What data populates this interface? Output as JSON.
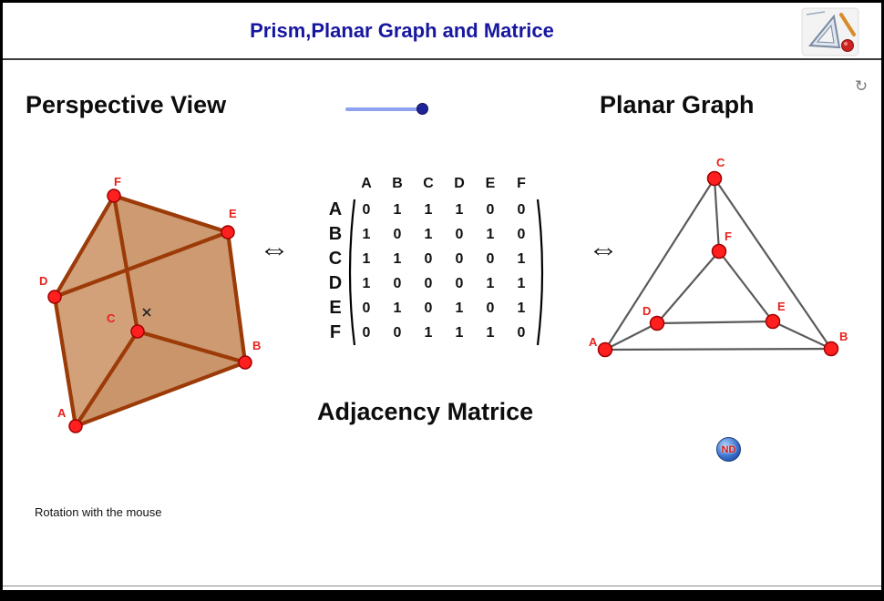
{
  "header": {
    "title": "Prism,Planar Graph and Matrice"
  },
  "toolbar": {
    "reset_symbol": "↻"
  },
  "perspective": {
    "heading": "Perspective View",
    "hint": "Rotation with the mouse",
    "vertex_labels": [
      "A",
      "B",
      "C",
      "D",
      "E",
      "F"
    ]
  },
  "planar": {
    "heading": "Planar Graph",
    "vertex_labels": [
      "A",
      "B",
      "C",
      "D",
      "E",
      "F"
    ]
  },
  "equivalence": {
    "symbol": "⇔"
  },
  "matrix": {
    "heading": "Adjacency Matrice",
    "cols": [
      "A",
      "B",
      "C",
      "D",
      "E",
      "F"
    ],
    "rows": [
      {
        "label": "A",
        "values": [
          "0",
          "1",
          "1",
          "1",
          "0",
          "0"
        ]
      },
      {
        "label": "B",
        "values": [
          "1",
          "0",
          "1",
          "0",
          "1",
          "0"
        ]
      },
      {
        "label": "C",
        "values": [
          "1",
          "1",
          "0",
          "0",
          "0",
          "1"
        ]
      },
      {
        "label": "D",
        "values": [
          "1",
          "0",
          "0",
          "0",
          "1",
          "1"
        ]
      },
      {
        "label": "E",
        "values": [
          "0",
          "1",
          "0",
          "1",
          "0",
          "1"
        ]
      },
      {
        "label": "F",
        "values": [
          "0",
          "0",
          "1",
          "1",
          "1",
          "0"
        ]
      }
    ]
  },
  "badge": {
    "text": "ND"
  },
  "colors": {
    "title": "#1717a0",
    "vertex_fill": "#ff1f1f",
    "vertex_stroke": "#a00000",
    "label": "#e8211c",
    "prism_edge": "#9c3a08",
    "prism_fill": "#d2a179",
    "graph_edge": "#5a5a5a",
    "slider_track": "#8fa2ef",
    "slider_knob": "#20249a"
  }
}
